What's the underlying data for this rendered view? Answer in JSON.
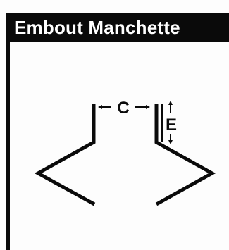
{
  "header": {
    "title": "Embout Manchette"
  },
  "diagram": {
    "width_label": "C",
    "thickness_label": "E"
  },
  "colors": {
    "ink": "#0a0a0a",
    "background": "#fdfdfd"
  }
}
